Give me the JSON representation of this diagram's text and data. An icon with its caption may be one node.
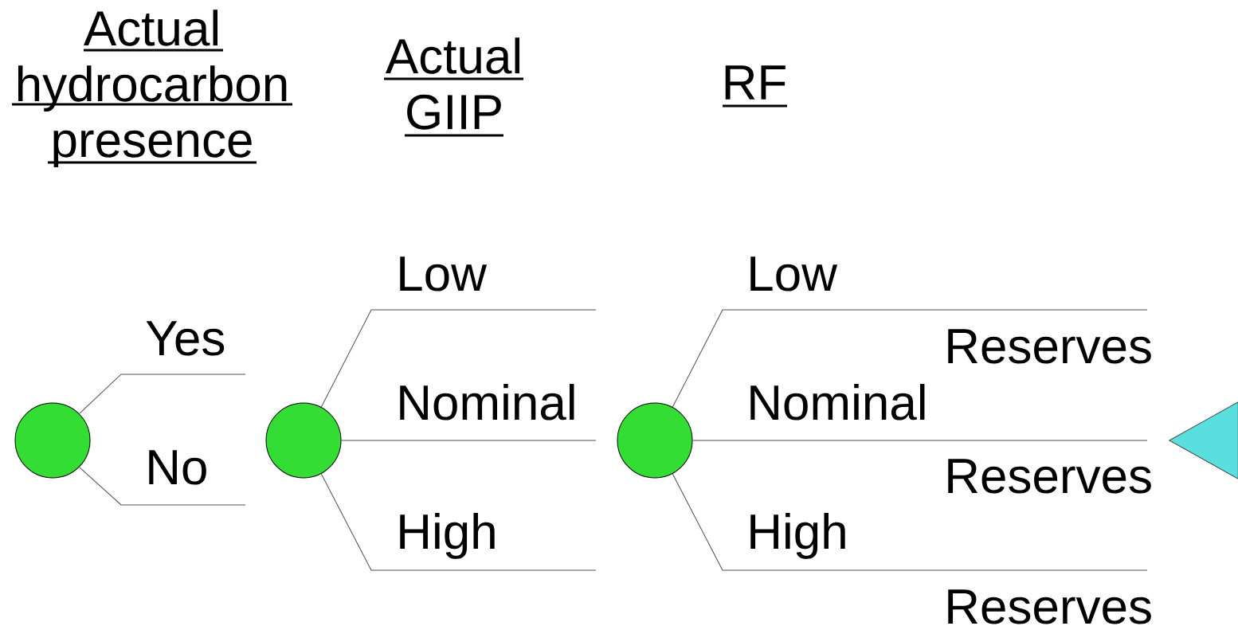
{
  "diagram": {
    "nodes": [
      {
        "text": [],
        "shape": "circle"
      },
      {
        "text": [],
        "shape": "circle"
      },
      {
        "text": [],
        "shape": "circle"
      },
      {
        "text": [],
        "shape": "triangle"
      }
    ],
    "edges": [
      {
        "from": 0,
        "to": null,
        "arrow": "none",
        "label": "Yes"
      },
      {
        "from": 0,
        "to": null,
        "arrow": "none",
        "label": "No"
      },
      {
        "from": 1,
        "to": null,
        "arrow": "none",
        "label": "Low"
      },
      {
        "from": 1,
        "to": null,
        "arrow": "none",
        "label": "Nominal"
      },
      {
        "from": 1,
        "to": null,
        "arrow": "none",
        "label": "High"
      },
      {
        "from": 2,
        "to": null,
        "arrow": "none",
        "label": "Low"
      },
      {
        "from": 2,
        "to": null,
        "arrow": "none",
        "label": "Nominal"
      },
      {
        "from": 2,
        "to": null,
        "arrow": "none",
        "label": "High"
      }
    ],
    "labels": [
      "Actual hydrocarbon presence",
      "Actual GIIP",
      "RF",
      "Reserves",
      "Reserves",
      "Reserves"
    ]
  }
}
